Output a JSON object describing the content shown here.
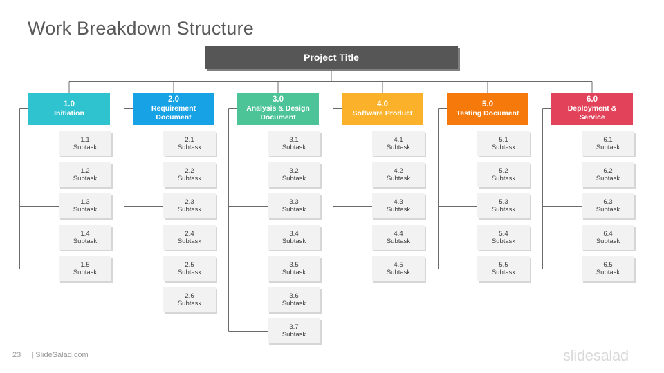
{
  "slide": {
    "title": "Work Breakdown Structure",
    "root_title": "Project Title",
    "page_number": "23",
    "footer_text": "| SlideSalad.com",
    "brand": "slidesalad"
  },
  "phases": [
    {
      "num": "1.0",
      "name": "Initiation",
      "color": "#2fc3cf",
      "subtasks": [
        {
          "num": "1.1",
          "label": "Subtask"
        },
        {
          "num": "1.2",
          "label": "Subtask"
        },
        {
          "num": "1.3",
          "label": "Subtask"
        },
        {
          "num": "1.4",
          "label": "Subtask"
        },
        {
          "num": "1.5",
          "label": "Subtask"
        }
      ]
    },
    {
      "num": "2.0",
      "name": "Requirement\nDocument",
      "color": "#17a2e6",
      "subtasks": [
        {
          "num": "2.1",
          "label": "Subtask"
        },
        {
          "num": "2.2",
          "label": "Subtask"
        },
        {
          "num": "2.3",
          "label": "Subtask"
        },
        {
          "num": "2.4",
          "label": "Subtask"
        },
        {
          "num": "2.5",
          "label": "Subtask"
        },
        {
          "num": "2.6",
          "label": "Subtask"
        }
      ]
    },
    {
      "num": "3.0",
      "name": "Analysis & Design\nDocument",
      "color": "#4cc497",
      "subtasks": [
        {
          "num": "3.1",
          "label": "Subtask"
        },
        {
          "num": "3.2",
          "label": "Subtask"
        },
        {
          "num": "3.3",
          "label": "Subtask"
        },
        {
          "num": "3.4",
          "label": "Subtask"
        },
        {
          "num": "3.5",
          "label": "Subtask"
        },
        {
          "num": "3.6",
          "label": "Subtask"
        },
        {
          "num": "3.7",
          "label": "Subtask"
        }
      ]
    },
    {
      "num": "4.0",
      "name": "Software Product",
      "color": "#fbb12a",
      "subtasks": [
        {
          "num": "4.1",
          "label": "Subtask"
        },
        {
          "num": "4.2",
          "label": "Subtask"
        },
        {
          "num": "4.3",
          "label": "Subtask"
        },
        {
          "num": "4.4",
          "label": "Subtask"
        },
        {
          "num": "4.5",
          "label": "Subtask"
        }
      ]
    },
    {
      "num": "5.0",
      "name": "Testing Document",
      "color": "#f57a0b",
      "subtasks": [
        {
          "num": "5.1",
          "label": "Subtask"
        },
        {
          "num": "5.2",
          "label": "Subtask"
        },
        {
          "num": "5.3",
          "label": "Subtask"
        },
        {
          "num": "5.4",
          "label": "Subtask"
        },
        {
          "num": "5.5",
          "label": "Subtask"
        }
      ]
    },
    {
      "num": "6.0",
      "name": "Deployment &\nService",
      "color": "#e2435a",
      "subtasks": [
        {
          "num": "6.1",
          "label": "Subtask"
        },
        {
          "num": "6.2",
          "label": "Subtask"
        },
        {
          "num": "6.3",
          "label": "Subtask"
        },
        {
          "num": "6.4",
          "label": "Subtask"
        },
        {
          "num": "6.5",
          "label": "Subtask"
        }
      ]
    }
  ]
}
